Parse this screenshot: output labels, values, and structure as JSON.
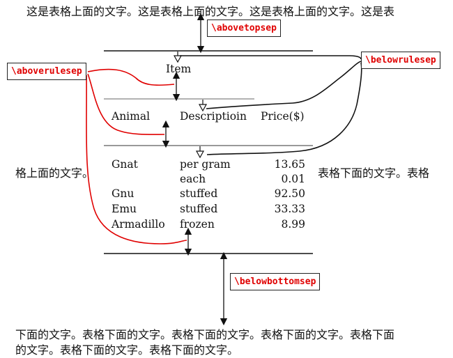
{
  "paragraph": {
    "line_top": "这是表格上面的文字。这是表格上面的文字。这是表格上面的文字。这是表",
    "left_fragment": "格上面的文字。",
    "right_fragment": "表格下面的文字。表格",
    "line_bottom_1": "下面的文字。表格下面的文字。表格下面的文字。表格下面的文字。表格下面",
    "line_bottom_2": "的文字。表格下面的文字。表格下面的文字。"
  },
  "labels": {
    "abovetopsep": "\\abovetopsep",
    "aboverulesep": "\\aboverulesep",
    "belowrulesep": "\\belowrulesep",
    "belowbottomsep": "\\belowbottomsep"
  },
  "table": {
    "header_top": "Item",
    "columns": [
      "Animal",
      "Descriptioin",
      "Price($)"
    ],
    "rows": [
      [
        "Gnat",
        "per gram",
        "13.65"
      ],
      [
        "",
        "each",
        "0.01"
      ],
      [
        "Gnu",
        "stuffed",
        "92.50"
      ],
      [
        "Emu",
        "stuffed",
        "33.33"
      ],
      [
        "Armadillo",
        "frozen",
        "8.99"
      ]
    ]
  },
  "colors": {
    "annotation_red": "#e00000",
    "label_text": "#e00000",
    "rule": "#111111"
  }
}
